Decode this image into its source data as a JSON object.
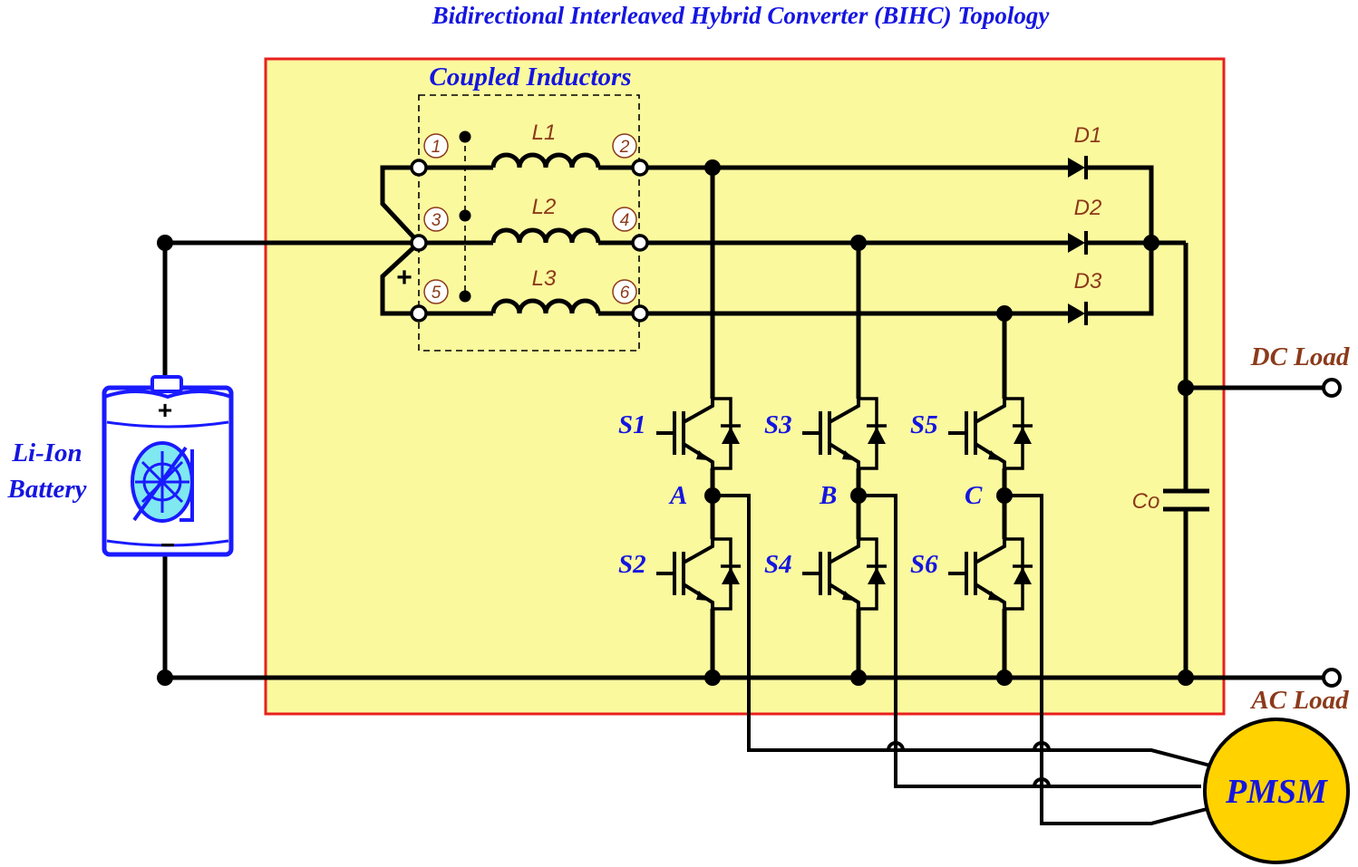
{
  "title": "Bidirectional Interleaved Hybrid Converter (BIHC) Topology",
  "coupled_inductors_label": "Coupled Inductors",
  "inductors": [
    "L1",
    "L2",
    "L3"
  ],
  "pins": [
    "1",
    "2",
    "3",
    "4",
    "5",
    "6"
  ],
  "polarity_mark": "+",
  "diodes": [
    "D1",
    "D2",
    "D3"
  ],
  "switches": [
    "S1",
    "S2",
    "S3",
    "S4",
    "S5",
    "S6"
  ],
  "phases": [
    "A",
    "B",
    "C"
  ],
  "capacitor": "Co",
  "battery": {
    "line1": "Li-Ion",
    "line2": "Battery",
    "plus": "+",
    "minus": "−"
  },
  "dc_load": "DC Load",
  "ac_load": "AC Load",
  "motor": "PMSM",
  "colors": {
    "panel_fill": "#fbf99e",
    "panel_border": "#e8201e",
    "label_blue": "#1515e0",
    "label_brown": "#8b3a1a",
    "motor_fill": "#ffd200",
    "battery_blue": "#1a1aff",
    "battery_cyan": "#7fe8f0"
  }
}
